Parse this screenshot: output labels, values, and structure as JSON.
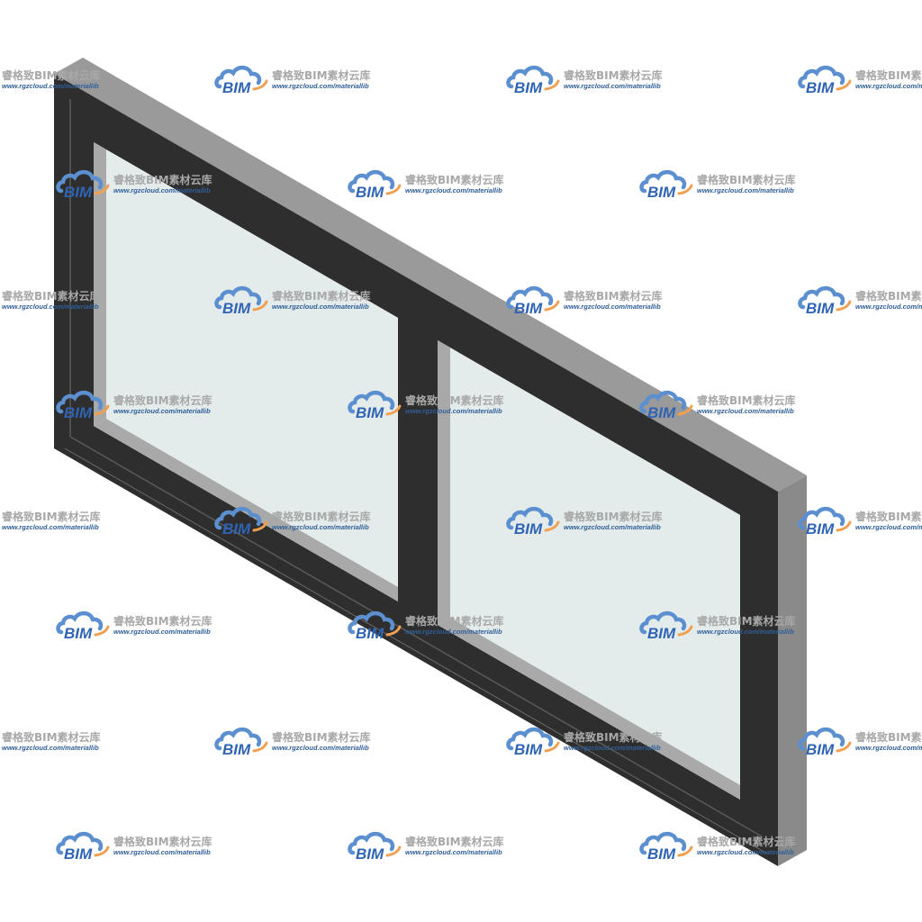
{
  "watermark": {
    "logo_text": "BIM",
    "title": "睿格致BIM素材云库",
    "url": "www.rgzcloud.com/materiallib",
    "logo_icon": "cloud-logo-icon",
    "colors": {
      "cloud_blue": "#5b8fcf",
      "logo_text_blue": "#2f64b4",
      "swoosh_orange": "#f0a050",
      "title_gray": "#a8a8a8",
      "url_blue": "#2f5f99"
    }
  },
  "window_model": {
    "kind": "two-pane fixed window, isometric view",
    "panes": 2,
    "colors": {
      "frame_front": "#2e2e2e",
      "frame_top": "#9a9a9a",
      "frame_side": "#8a8a8a",
      "sash_edge": "#a9a9a9",
      "glass": "#e4ebeb",
      "background": "#ffffff"
    }
  }
}
